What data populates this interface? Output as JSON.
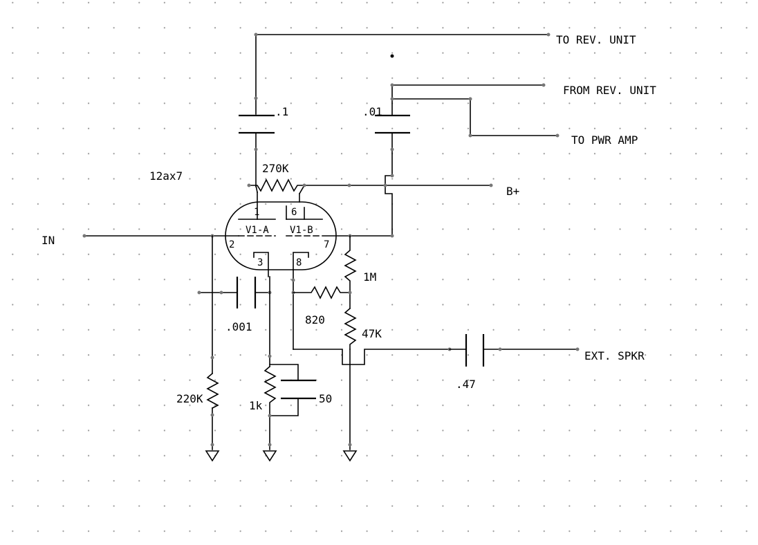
{
  "schematic": {
    "tube": {
      "type": "12ax7",
      "section_a": "V1-A",
      "section_b": "V1-B",
      "pins": {
        "p1": "1",
        "p2": "2",
        "p3": "3",
        "p6": "6",
        "p7": "7",
        "p8": "8"
      }
    },
    "connections": {
      "input": "IN",
      "to_reverb": "TO REV. UNIT",
      "from_reverb": "FROM REV. UNIT",
      "to_power_amp": "TO PWR AMP",
      "supply": "B+",
      "speaker": "EXT. SPKR"
    },
    "components": {
      "c_plate_a": ".1",
      "c_plate_b": ".01",
      "r_plate": "270K",
      "r_cathode_follower": "1M",
      "r_820": "820",
      "r_47k": "47K",
      "c_001": ".001",
      "r_grid": "220K",
      "r_cathode": "1k",
      "c_cathode": "50",
      "c_speaker": ".47"
    }
  },
  "colors": {
    "wire": "#000000",
    "node": "#777777",
    "grid_dot": "#9a9a9a"
  }
}
